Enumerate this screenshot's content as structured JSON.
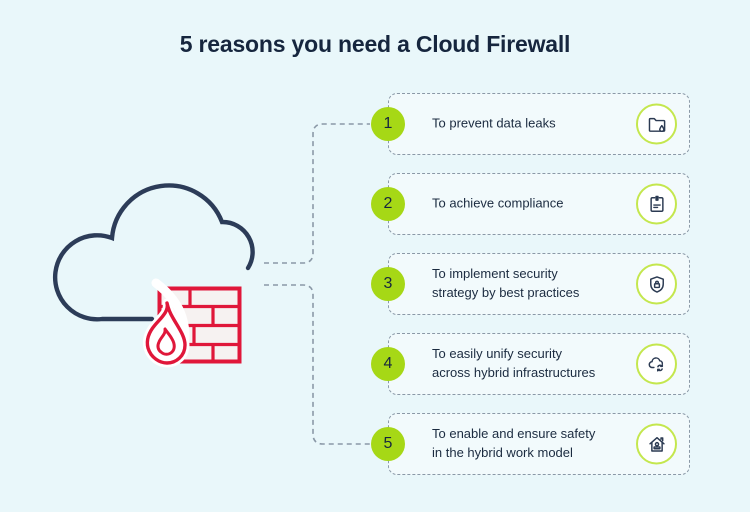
{
  "title": "5 reasons you need a Cloud Firewall",
  "items": [
    {
      "number": "1",
      "text": "To prevent data leaks",
      "icon": "folder-leak-icon"
    },
    {
      "number": "2",
      "text": "To achieve compliance",
      "icon": "compliance-document-icon"
    },
    {
      "number": "3",
      "text": "To implement security\nstrategy by best practices",
      "icon": "shield-lock-icon"
    },
    {
      "number": "4",
      "text": "To easily unify security\nacross hybrid infrastructures",
      "icon": "cloud-sync-icon"
    },
    {
      "number": "5",
      "text": "To enable and ensure safety\nin the hybrid work model",
      "icon": "home-office-icon"
    }
  ],
  "illustration": {
    "parts": [
      "cloud-icon",
      "firewall-brick-icon",
      "flame-icon",
      "connector-lines"
    ]
  },
  "colors": {
    "background": "#e9f7fa",
    "heading_text": "#16263e",
    "body_text": "#1b2b40",
    "navy_outline": "#2c3c58",
    "accent_lime": "#a6d816",
    "icon_ring_lime": "#c4e74e",
    "firewall_red": "#e0173a",
    "dashed_line_grey": "#8b99a7"
  }
}
